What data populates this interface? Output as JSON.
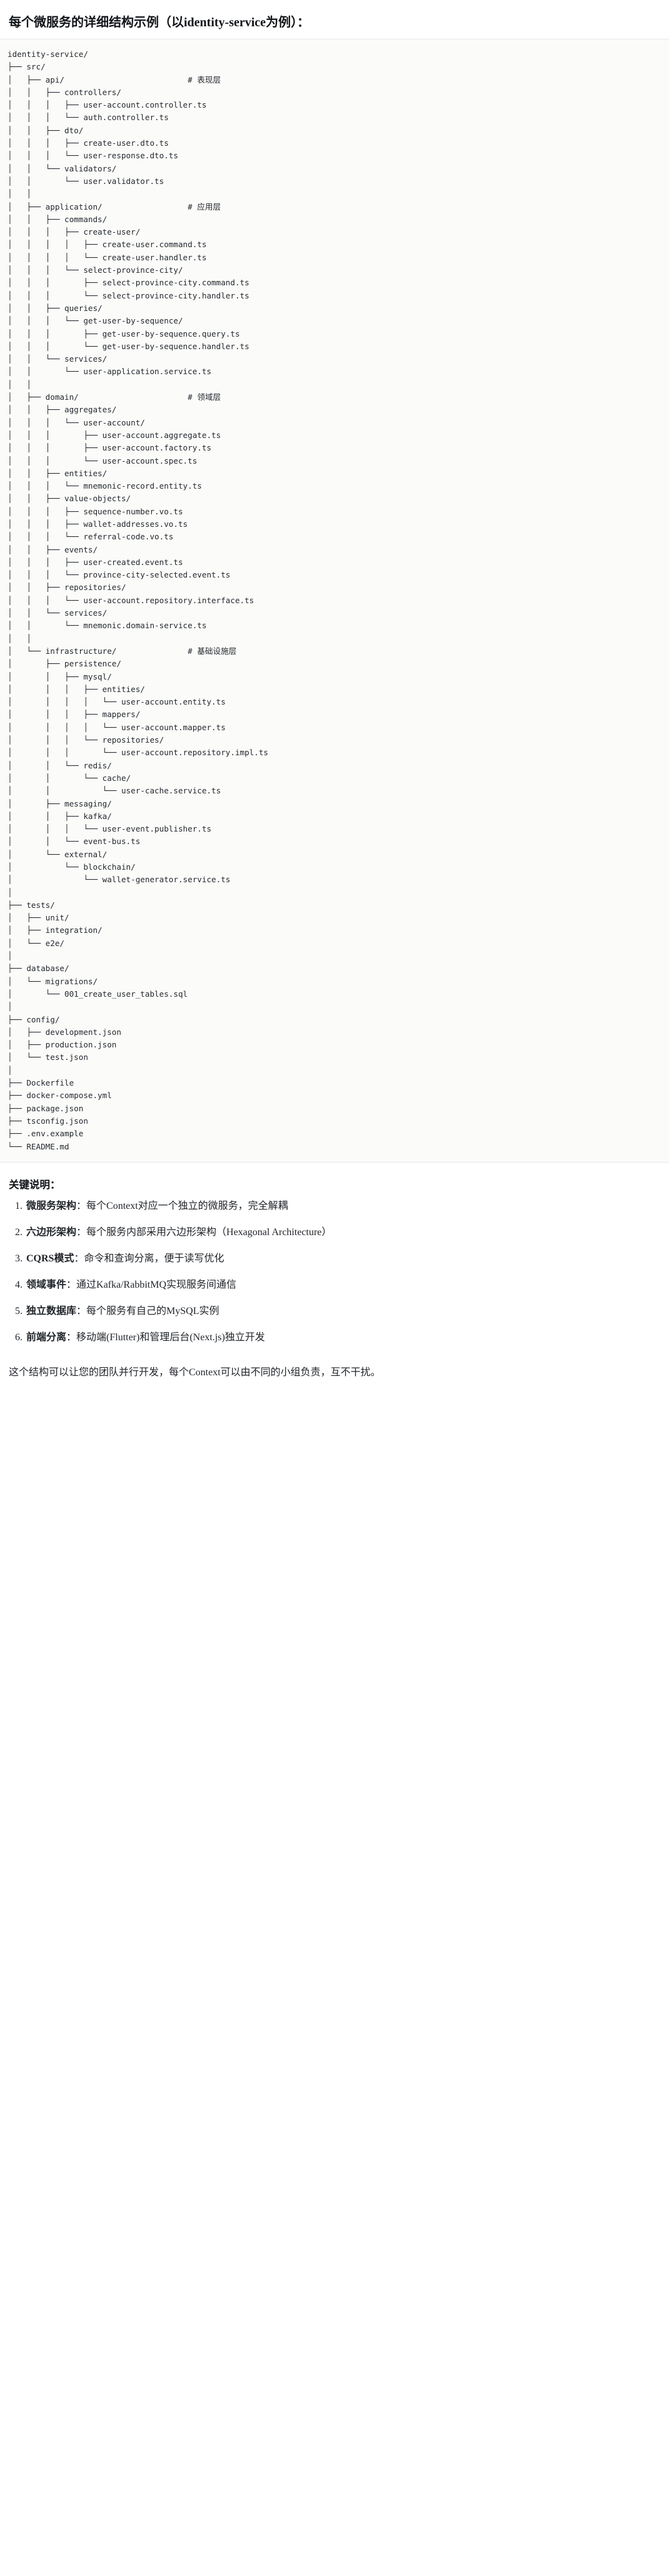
{
  "header": {
    "title": "每个微服务的详细结构示例（以identity-service为例）："
  },
  "tree": {
    "root": "identity-service/",
    "text": "identity-service/\n├── src/\n│   ├── api/                          # 表现层\n│   │   ├── controllers/\n│   │   │   ├── user-account.controller.ts\n│   │   │   └── auth.controller.ts\n│   │   ├── dto/\n│   │   │   ├── create-user.dto.ts\n│   │   │   └── user-response.dto.ts\n│   │   └── validators/\n│   │       └── user.validator.ts\n│   │\n│   ├── application/                  # 应用层\n│   │   ├── commands/\n│   │   │   ├── create-user/\n│   │   │   │   ├── create-user.command.ts\n│   │   │   │   └── create-user.handler.ts\n│   │   │   └── select-province-city/\n│   │   │       ├── select-province-city.command.ts\n│   │   │       └── select-province-city.handler.ts\n│   │   ├── queries/\n│   │   │   └── get-user-by-sequence/\n│   │   │       ├── get-user-by-sequence.query.ts\n│   │   │       └── get-user-by-sequence.handler.ts\n│   │   └── services/\n│   │       └── user-application.service.ts\n│   │\n│   ├── domain/                       # 领域层\n│   │   ├── aggregates/\n│   │   │   └── user-account/\n│   │   │       ├── user-account.aggregate.ts\n│   │   │       ├── user-account.factory.ts\n│   │   │       └── user-account.spec.ts\n│   │   ├── entities/\n│   │   │   └── mnemonic-record.entity.ts\n│   │   ├── value-objects/\n│   │   │   ├── sequence-number.vo.ts\n│   │   │   ├── wallet-addresses.vo.ts\n│   │   │   └── referral-code.vo.ts\n│   │   ├── events/\n│   │   │   ├── user-created.event.ts\n│   │   │   └── province-city-selected.event.ts\n│   │   ├── repositories/\n│   │   │   └── user-account.repository.interface.ts\n│   │   └── services/\n│   │       └── mnemonic.domain-service.ts\n│   │\n│   └── infrastructure/               # 基础设施层\n│       ├── persistence/\n│       │   ├── mysql/\n│       │   │   ├── entities/\n│       │   │   │   └── user-account.entity.ts\n│       │   │   ├── mappers/\n│       │   │   │   └── user-account.mapper.ts\n│       │   │   └── repositories/\n│       │   │       └── user-account.repository.impl.ts\n│       │   └── redis/\n│       │       └── cache/\n│       │           └── user-cache.service.ts\n│       ├── messaging/\n│       │   ├── kafka/\n│       │   │   └── user-event.publisher.ts\n│       │   └── event-bus.ts\n│       └── external/\n│           └── blockchain/\n│               └── wallet-generator.service.ts\n│\n├── tests/\n│   ├── unit/\n│   ├── integration/\n│   └── e2e/\n│\n├── database/\n│   └── migrations/\n│       └── 001_create_user_tables.sql\n│\n├── config/\n│   ├── development.json\n│   ├── production.json\n│   └── test.json\n│\n├── Dockerfile\n├── docker-compose.yml\n├── package.json\n├── tsconfig.json\n├── .env.example\n└── README.md",
    "layer_comments": [
      "# 表现层",
      "# 应用层",
      "# 领域层",
      "# 基础设施层"
    ]
  },
  "keypoints": {
    "title": "关键说明：",
    "items": [
      {
        "term": "微服务架构",
        "desc": "：每个Context对应一个独立的微服务，完全解耦"
      },
      {
        "term": "六边形架构",
        "desc": "：每个服务内部采用六边形架构（Hexagonal Architecture）"
      },
      {
        "term": "CQRS模式",
        "desc": "：命令和查询分离，便于读写优化"
      },
      {
        "term": "领域事件",
        "desc": "：通过Kafka/RabbitMQ实现服务间通信"
      },
      {
        "term": "独立数据库",
        "desc": "：每个服务有自己的MySQL实例"
      },
      {
        "term": "前端分离",
        "desc": "：移动端(Flutter)和管理后台(Next.js)独立开发"
      }
    ]
  },
  "closing": {
    "text": "这个结构可以让您的团队并行开发，每个Context可以由不同的小组负责，互不干扰。"
  }
}
